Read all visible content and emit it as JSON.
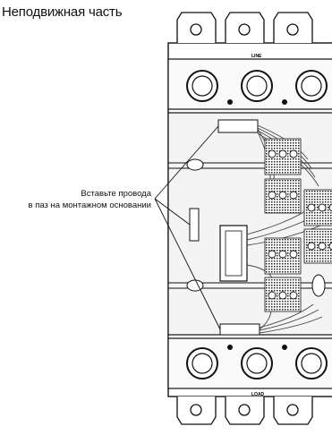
{
  "diagram": {
    "title": "Неподвижная часть",
    "callout_line1": "Вставьте провода",
    "callout_line2": "в паз на монтажном основании",
    "top_marking": "LINE",
    "bottom_marking": "LOAD"
  },
  "colors": {
    "line": "#111111",
    "panel": "#f4f4f4",
    "terminal": "#222222"
  }
}
